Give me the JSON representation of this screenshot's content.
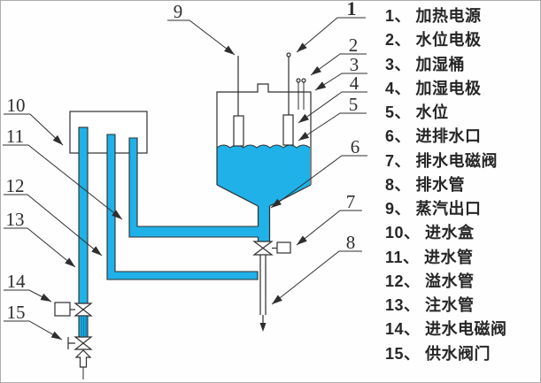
{
  "colors": {
    "pipe": "#1FB1E8",
    "hatch": "#0C7FB5",
    "line": "#2E2E2E",
    "legend_text": "#262626",
    "background": "#FEFEFE",
    "border": "#ADADAD"
  },
  "legend": {
    "items": [
      {
        "label": "1、 加热电源"
      },
      {
        "label": "2、 水位电极"
      },
      {
        "label": "3、 加湿桶"
      },
      {
        "label": "4、 加湿电极"
      },
      {
        "label": "5、 水位"
      },
      {
        "label": "6、 进排水口"
      },
      {
        "label": "7、 排水电磁阀"
      },
      {
        "label": "8、 排水管"
      },
      {
        "label": "9、 蒸汽出口"
      },
      {
        "label": "10、 进水盒"
      },
      {
        "label": "11、 进水管"
      },
      {
        "label": "12、 溢水管"
      },
      {
        "label": "13、 注水管"
      },
      {
        "label": "14、 进水电磁阀"
      },
      {
        "label": "15、 供水阀门"
      }
    ]
  },
  "diagram": {
    "callouts": {
      "n1": "1",
      "n2": "2",
      "n3": "3",
      "n4": "4",
      "n5": "5",
      "n6": "6",
      "n7": "7",
      "n8": "8",
      "n9": "9",
      "n10": "10",
      "n11": "11",
      "n12": "12",
      "n13": "13",
      "n14": "14",
      "n15": "15"
    }
  }
}
